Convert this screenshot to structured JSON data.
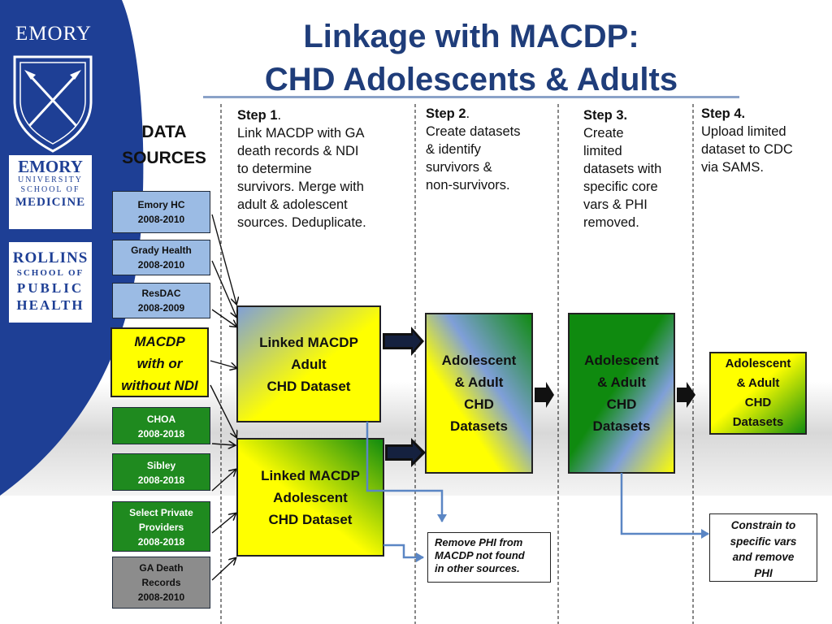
{
  "title": {
    "line1": "Linkage with MACDP:",
    "line2": "CHD Adolescents & Adults"
  },
  "logos": {
    "emory": "EMORY",
    "medicine": [
      "EMORY",
      "UNIVERSITY",
      "SCHOOL OF",
      "MEDICINE"
    ],
    "rollins": [
      "ROLLINS",
      "SCHOOL OF",
      "PUBLIC",
      "HEALTH"
    ]
  },
  "data_sources": {
    "heading_line1": "DATA",
    "heading_line2": "SOURCES",
    "items": [
      {
        "line1": "Emory HC",
        "line2": "2008-2010"
      },
      {
        "line1": "Grady Health",
        "line2": "2008-2010"
      },
      {
        "line1": "ResDAC",
        "line2": "2008-2009"
      },
      {
        "line1": "MACDP",
        "line2": "with or",
        "line3": "without NDI"
      },
      {
        "line1": "CHOA",
        "line2": "2008-2018"
      },
      {
        "line1": "Sibley",
        "line2": "2008-2018"
      },
      {
        "line1": "Select Private",
        "line2": "Providers",
        "line3": "2008-2018"
      },
      {
        "line1": "GA Death",
        "line2": "Records",
        "line3": "2008-2010"
      }
    ]
  },
  "steps": [
    {
      "label": "Step 1",
      "suffix": ".",
      "lines": [
        "Link MACDP with GA",
        "death records & NDI",
        "to determine",
        "survivors. Merge with",
        "adult & adolescent",
        "sources.  Deduplicate."
      ]
    },
    {
      "label": "Step 2",
      "suffix": ".",
      "lines": [
        "Create datasets",
        "& identify",
        "survivors &",
        "non-survivors."
      ]
    },
    {
      "label": "Step 3.",
      "suffix": "",
      "lines": [
        "Create",
        "limited",
        "datasets with",
        "specific core",
        "vars & PHI",
        "removed."
      ]
    },
    {
      "label": "Step 4.",
      "suffix": "",
      "lines": [
        "Upload limited",
        "dataset to CDC",
        "via SAMS."
      ]
    }
  ],
  "boxes": {
    "linked_adult": [
      "Linked MACDP",
      "Adult",
      "CHD Dataset"
    ],
    "linked_adolescent": [
      "Linked MACDP",
      "Adolescent",
      "CHD Dataset"
    ],
    "step2_datasets": [
      "Adolescent",
      "& Adult",
      "CHD",
      "Datasets"
    ],
    "step3_datasets": [
      "Adolescent",
      "& Adult",
      "CHD",
      "Datasets"
    ],
    "step4_datasets": [
      "Adolescent",
      "& Adult",
      "CHD",
      "Datasets"
    ]
  },
  "notes": {
    "remove_phi": [
      "Remove PHI from",
      "MACDP not found",
      "in other sources."
    ],
    "constrain": [
      "Constrain  to",
      "specific vars",
      "and remove",
      "PHI"
    ]
  }
}
